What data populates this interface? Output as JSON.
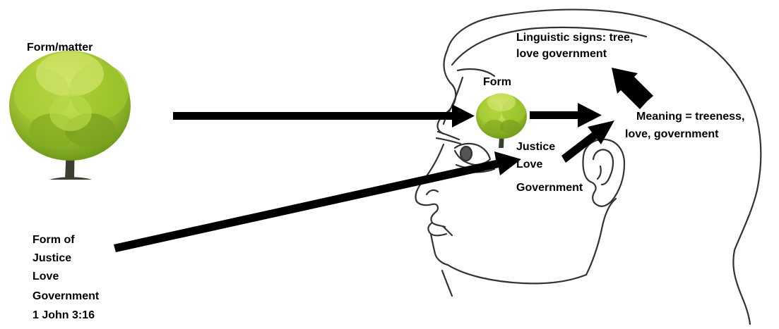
{
  "labels": {
    "form_matter": "Form/matter",
    "form": "Form",
    "linguistic_signs_line1": "Linguistic signs: tree,",
    "linguistic_signs_line2": "love government",
    "meaning_line1": "Meaning = treeness,",
    "meaning_line2": "love, government",
    "head_lines": [
      "Justice",
      "Love",
      "Government"
    ],
    "bottom_lines": [
      "Form of",
      "Justice",
      "Love",
      "Government",
      "1 John 3:16"
    ]
  },
  "colors": {
    "arrow": "#000000",
    "head_outline": "#333333",
    "foliage_dark": "#6f9a1a",
    "foliage_mid": "#9cc52c",
    "foliage_light": "#cfe36a",
    "trunk": "#3b3f2e"
  },
  "icons": {
    "tree": "tree-icon",
    "head": "human-head-profile-icon",
    "eye": "eye-icon",
    "ear": "ear-icon"
  }
}
